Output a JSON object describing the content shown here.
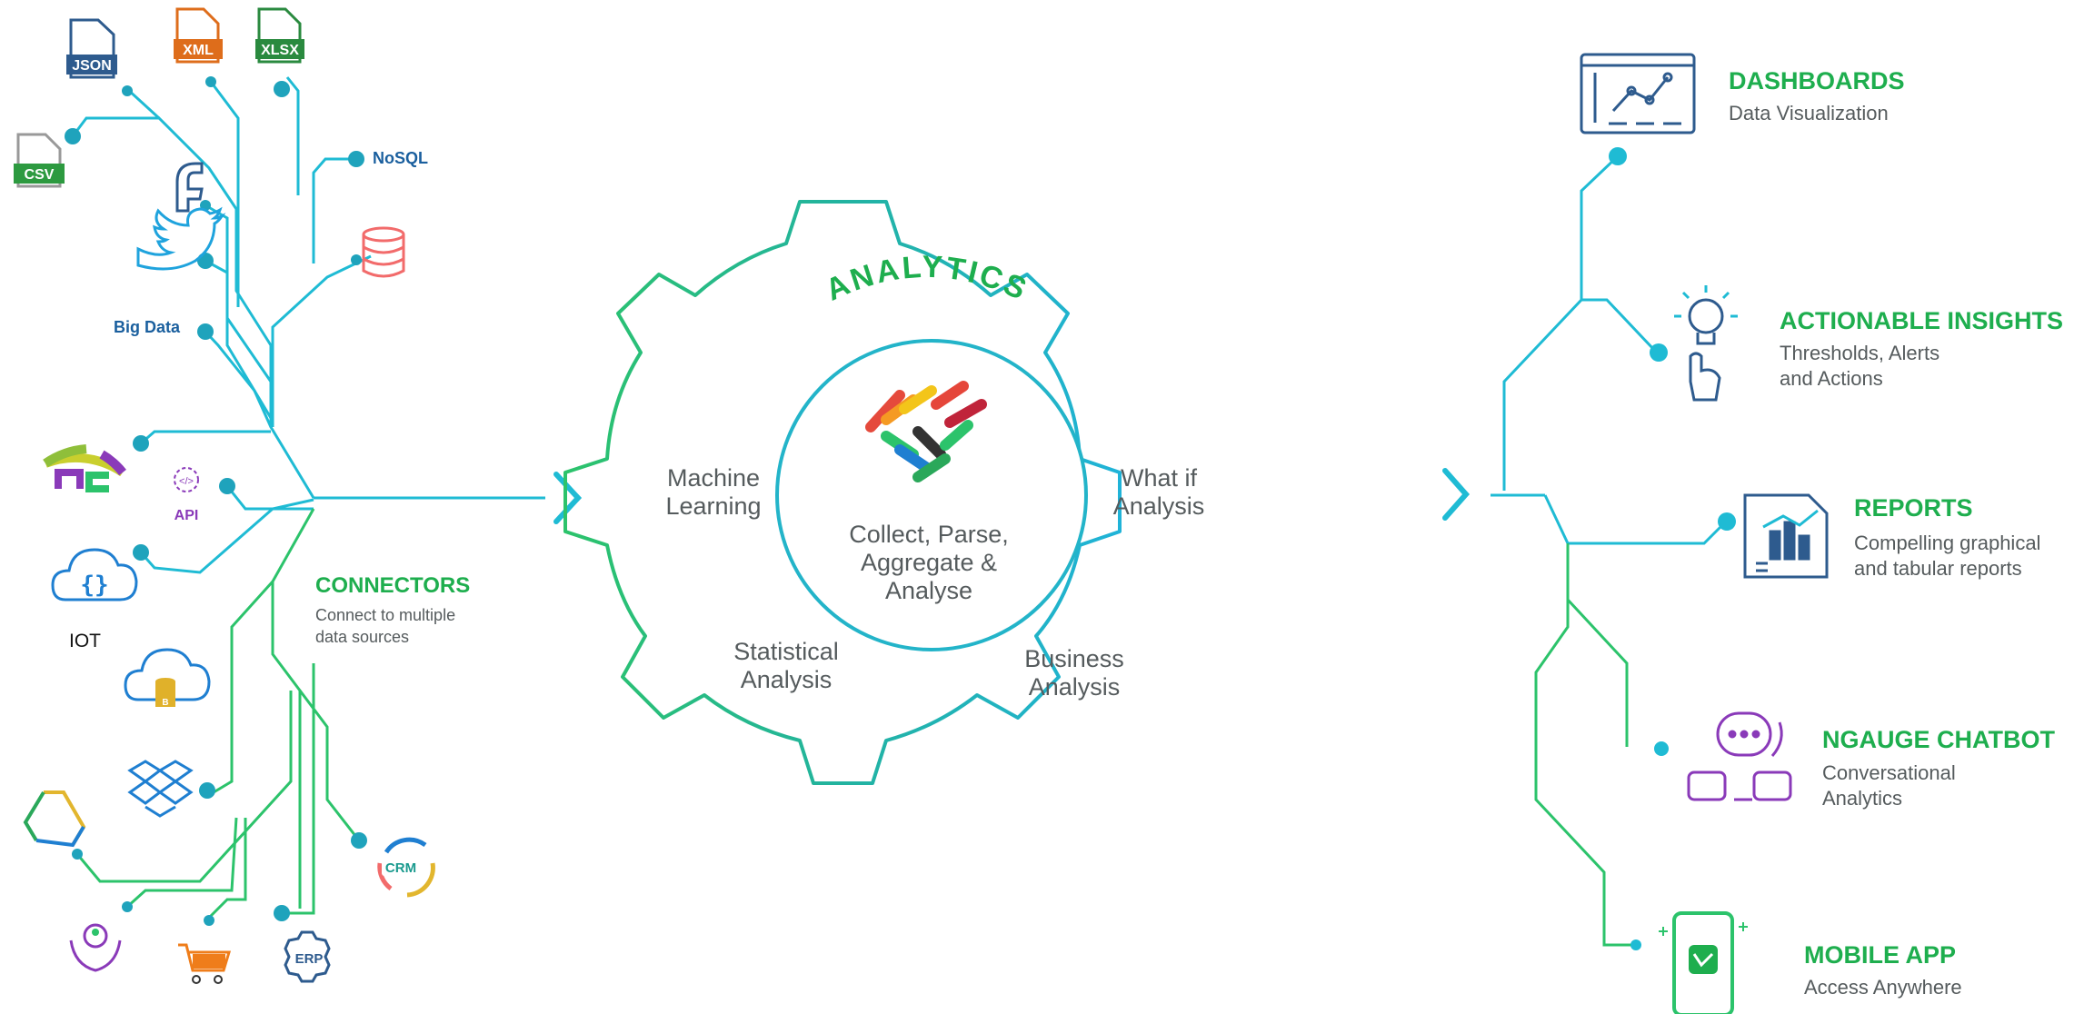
{
  "sources": {
    "json": "JSON",
    "xml": "XML",
    "xlsx": "XLSX",
    "csv": "CSV",
    "nosql": "NoSQL",
    "big_data": "Big Data",
    "api": "API",
    "iot": "IOT",
    "crm": "CRM",
    "erp": "ERP",
    "db_badge": "B"
  },
  "connectors": {
    "title": "CONNECTORS",
    "line1": "Connect to multiple",
    "line2": "data sources"
  },
  "analytics": {
    "title": "ANALYTICS",
    "center_line1": "Collect, Parse,",
    "center_line2": "Aggregate &",
    "center_line3": "Analyse",
    "ml_line1": "Machine",
    "ml_line2": "Learning",
    "whatif_line1": "What if",
    "whatif_line2": "Analysis",
    "stat_line1": "Statistical",
    "stat_line2": "Analysis",
    "biz_line1": "Business",
    "biz_line2": "Analysis"
  },
  "outputs": {
    "dashboards_title": "DASHBOARDS",
    "dashboards_sub": "Data Visualization",
    "insights_title": "ACTIONABLE INSIGHTS",
    "insights_sub1": "Thresholds, Alerts",
    "insights_sub2": "and Actions",
    "reports_title": "REPORTS",
    "reports_sub1": "Compelling graphical",
    "reports_sub2": "and tabular reports",
    "chatbot_title": "NGAUGE CHATBOT",
    "chatbot_sub1": "Conversational",
    "chatbot_sub2": "Analytics",
    "mobile_title": "MOBILE APP",
    "mobile_sub": "Access Anywhere"
  },
  "colors": {
    "green": "#1eae4e",
    "teal": "#23b4c9",
    "blue": "#1a5f9e",
    "purple": "#8a3ab9",
    "grey_text": "#555b5d"
  }
}
